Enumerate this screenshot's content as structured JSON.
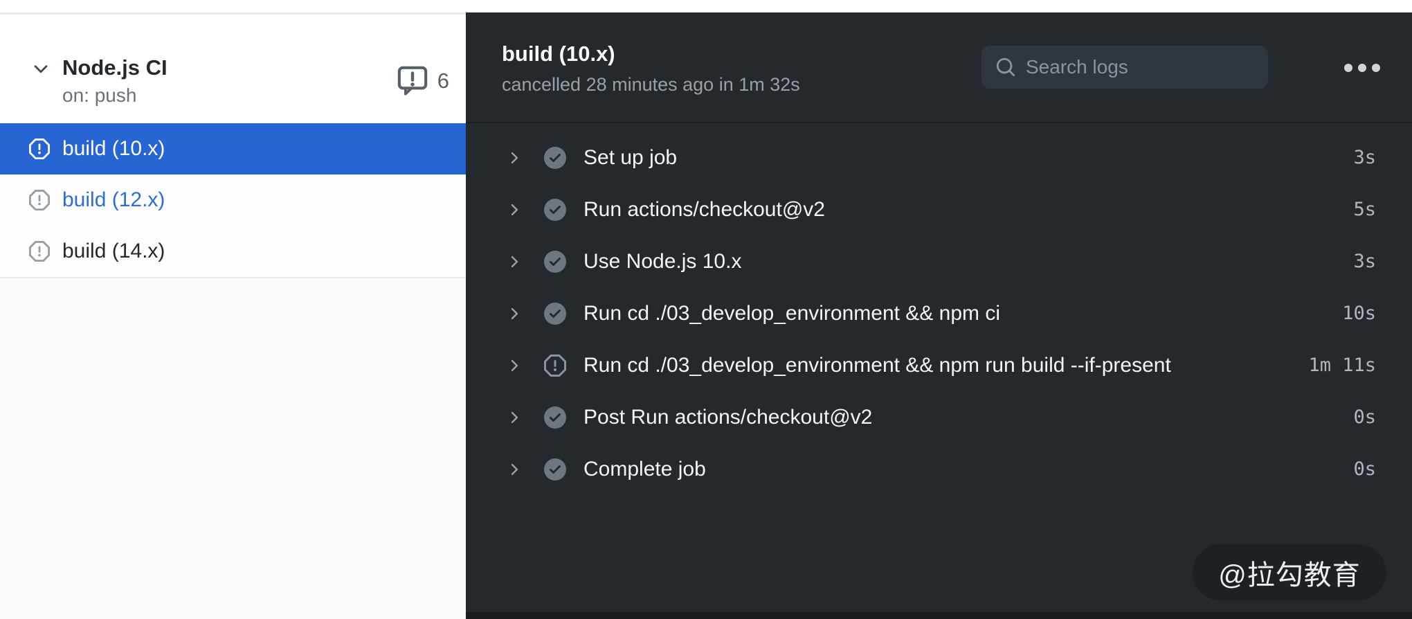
{
  "sidebar": {
    "workflow": {
      "name": "Node.js CI",
      "trigger": "on: push",
      "annotation_count": "6"
    },
    "jobs": [
      {
        "label": "build (10.x)",
        "state": "selected"
      },
      {
        "label": "build (12.x)",
        "state": "link"
      },
      {
        "label": "build (14.x)",
        "state": "default"
      }
    ]
  },
  "panel": {
    "title": "build (10.x)",
    "status_line": "cancelled 28 minutes ago in 1m 32s",
    "search_placeholder": "Search logs",
    "steps": [
      {
        "name": "Set up job",
        "duration": "3s",
        "status": "success"
      },
      {
        "name": "Run actions/checkout@v2",
        "duration": "5s",
        "status": "success"
      },
      {
        "name": "Use Node.js 10.x",
        "duration": "3s",
        "status": "success"
      },
      {
        "name": "Run cd ./03_develop_environment && npm ci",
        "duration": "10s",
        "status": "success"
      },
      {
        "name": "Run cd ./03_develop_environment && npm run build --if-present",
        "duration": "1m 11s",
        "status": "cancelled"
      },
      {
        "name": "Post Run actions/checkout@v2",
        "duration": "0s",
        "status": "success"
      },
      {
        "name": "Complete job",
        "duration": "0s",
        "status": "success"
      }
    ],
    "watermark": "@拉勾教育"
  },
  "colors": {
    "selected_job_bg": "#2765d3",
    "job_link_blue": "#2e6bdb",
    "panel_bg": "#24292e",
    "panel_header_divider": "#1a1d21",
    "search_bg": "#2f363d",
    "success_icon_gray": "#6e777f",
    "cancelled_icon_gray": "#8b949e",
    "sidebar_lower_bg": "#f9fafb"
  }
}
